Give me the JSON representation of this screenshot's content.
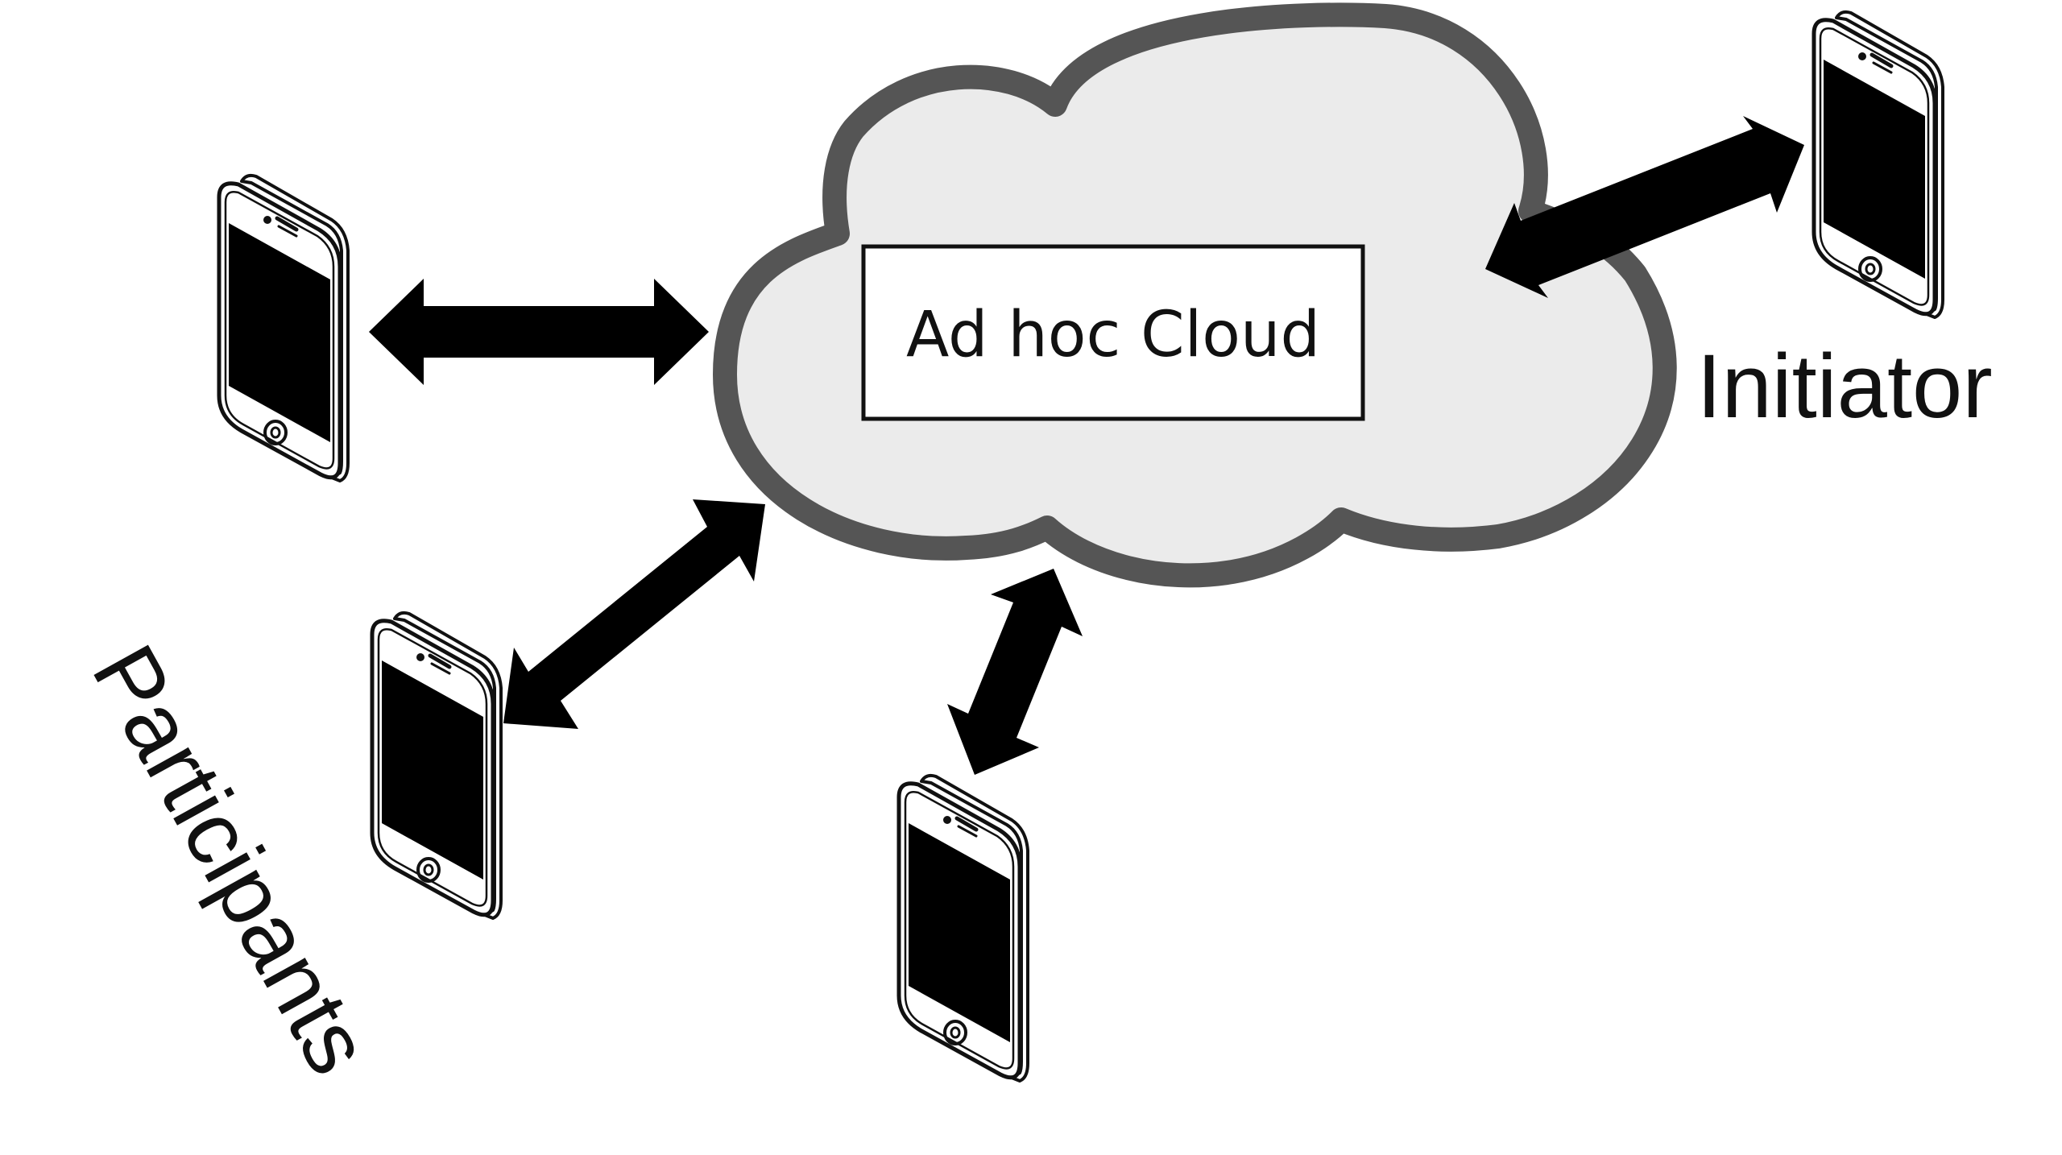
{
  "cloud": {
    "label": "Ad hoc Cloud",
    "fill_color": "#ebebeb",
    "outline_color": "#555555"
  },
  "labels": {
    "initiator": "Initiator",
    "participants": "Participants"
  },
  "devices": [
    {
      "role": "participant",
      "icon": "smartphone-icon"
    },
    {
      "role": "participant",
      "icon": "smartphone-icon"
    },
    {
      "role": "participant",
      "icon": "smartphone-icon"
    },
    {
      "role": "initiator",
      "icon": "smartphone-icon"
    }
  ],
  "connections": [
    {
      "between": [
        "participant",
        "cloud"
      ],
      "arrow": "double-headed"
    },
    {
      "between": [
        "participant",
        "cloud"
      ],
      "arrow": "double-headed"
    },
    {
      "between": [
        "participant",
        "cloud"
      ],
      "arrow": "double-headed"
    },
    {
      "between": [
        "initiator",
        "cloud"
      ],
      "arrow": "double-headed"
    }
  ],
  "colors": {
    "arrow": "#000000",
    "phone_screen": "#000000",
    "phone_outline": "#111111"
  }
}
